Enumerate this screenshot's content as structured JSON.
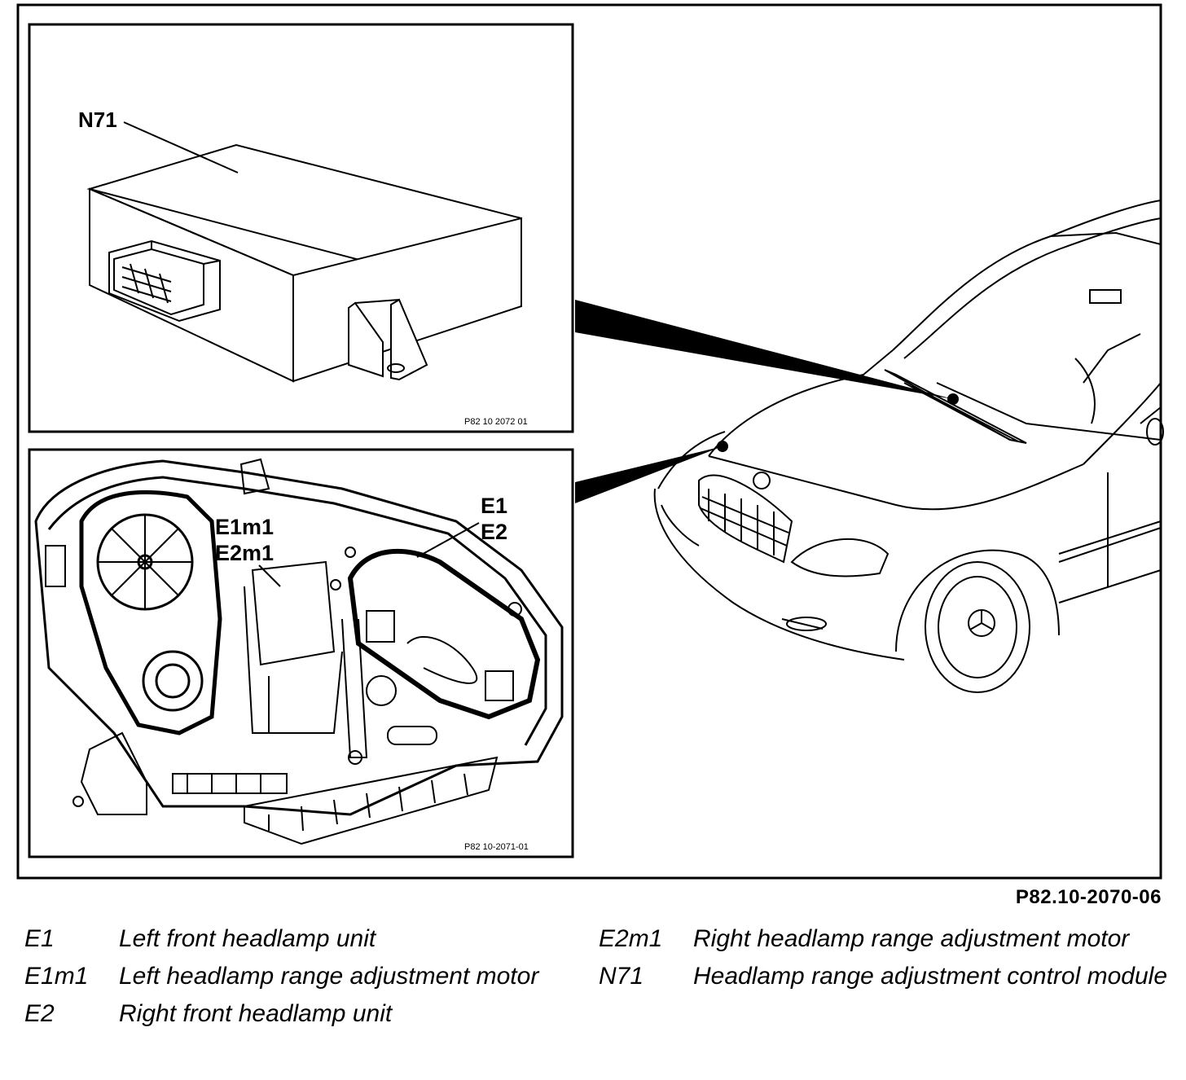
{
  "figure": {
    "reference": "P82.10-2070-06",
    "top_panel": {
      "ref": "P82 10 2072 01",
      "label": "N71"
    },
    "bottom_panel": {
      "ref": "P82 10-2071-01",
      "label_motor_1": "E1m1",
      "label_motor_2": "E2m1",
      "label_unit_1": "E1",
      "label_unit_2": "E2"
    }
  },
  "legend": {
    "left": [
      {
        "code": "E1",
        "desc": "Left front headlamp unit"
      },
      {
        "code": "E1m1",
        "desc": "Left headlamp range adjustment motor"
      },
      {
        "code": "E2",
        "desc": "Right front headlamp unit"
      }
    ],
    "right": [
      {
        "code": "E2m1",
        "desc": "Right headlamp range adjustment motor"
      },
      {
        "code": "N71",
        "desc": "Headlamp range adjustment control module"
      }
    ]
  }
}
